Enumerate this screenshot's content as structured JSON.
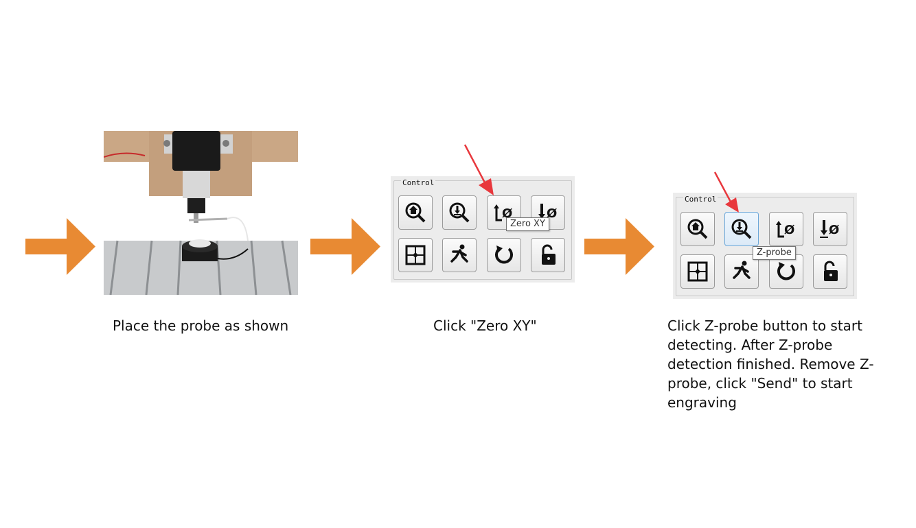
{
  "colors": {
    "flow_arrow": "#E88A33",
    "pointer": "#E8383D"
  },
  "steps": [
    {
      "caption": "Place the probe as shown"
    },
    {
      "caption": "Click \"Zero XY\""
    },
    {
      "caption": "Click Z-probe button to start detecting. After Z-probe detection finished. Remove Z-probe, click \"Send\" to start engraving"
    }
  ],
  "panel_a": {
    "legend": "Control",
    "tooltip": "Zero XY",
    "buttons": [
      "home-search-icon",
      "z-probe-icon",
      "zero-xy-icon",
      "zero-z-icon",
      "center-frame-icon",
      "run-icon",
      "reset-icon",
      "unlock-icon"
    ],
    "glyph_zero": "Ø"
  },
  "panel_b": {
    "legend": "Control",
    "tooltip": "Z-probe",
    "buttons": [
      "home-search-icon",
      "z-probe-icon",
      "zero-xy-icon",
      "zero-z-icon",
      "center-frame-icon",
      "run-icon",
      "reset-icon",
      "unlock-icon"
    ],
    "glyph_zero": "Ø"
  }
}
